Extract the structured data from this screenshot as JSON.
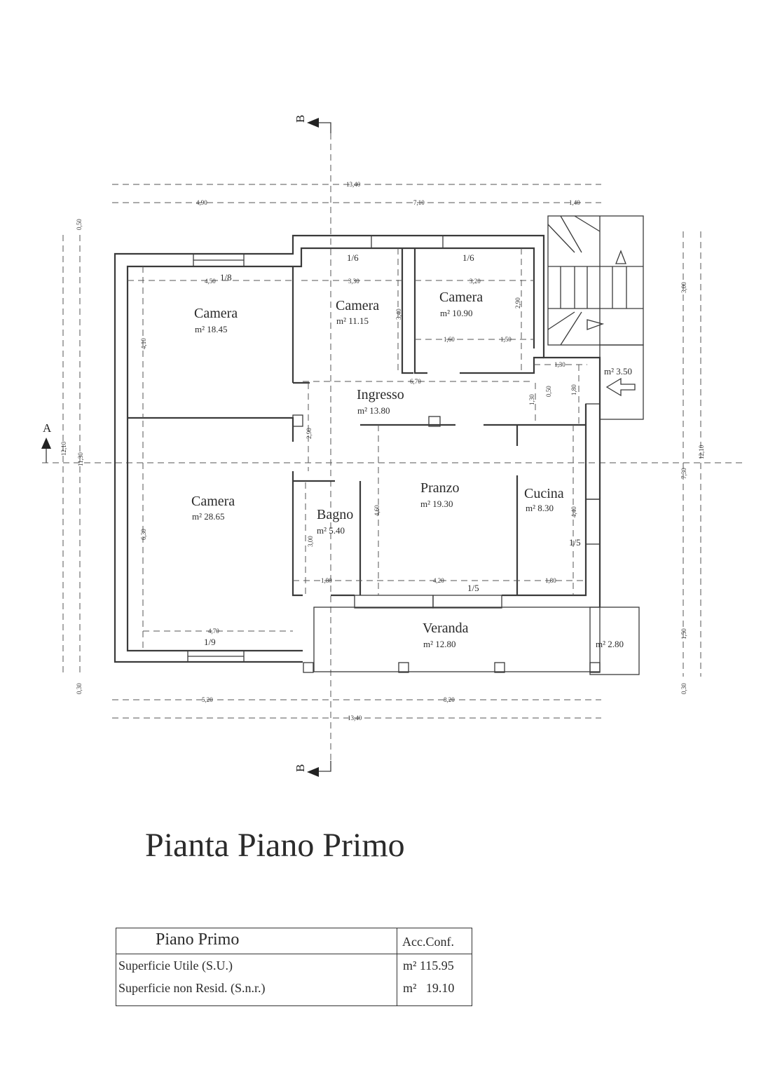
{
  "rooms": {
    "camera_nw": {
      "label": "Camera",
      "area": "m² 18.45"
    },
    "camera_nc": {
      "label": "Camera",
      "area": "m² 11.15"
    },
    "camera_ne": {
      "label": "Camera",
      "area": "m² 10.90"
    },
    "ingresso": {
      "label": "Ingresso",
      "area": "m² 13.80"
    },
    "camera_sw": {
      "label": "Camera",
      "area": "m² 28.65"
    },
    "bagno": {
      "label": "Bagno",
      "area": "m² 5.40"
    },
    "pranzo": {
      "label": "Pranzo",
      "area": "m² 19.30"
    },
    "cucina": {
      "label": "Cucina",
      "area": "m² 8.30"
    },
    "veranda": {
      "label": "Veranda",
      "area": "m² 12.80"
    },
    "veranda_side": {
      "area": "m² 2.80"
    },
    "stair_landing": {
      "area": "m² 3.50"
    }
  },
  "ratios": [
    "1/8",
    "1/6",
    "1/6",
    "1/9",
    "1/5",
    "1/5"
  ],
  "section_markers": {
    "b_top": "B",
    "b_bottom": "B",
    "a_left": "A"
  },
  "dimensions": {
    "top_total": "13,40",
    "top_left": "4,90",
    "top_mid": "7,10",
    "top_right": "1,40",
    "bottom_left": "5,20",
    "bottom_right": "8,20",
    "bottom_total": "13,40",
    "left_total": "12,10",
    "left_inner": "11,30",
    "left_top": "0,50",
    "left_bottom": "0,30",
    "right_top": "3,00",
    "right_mid": "7,30",
    "right_low": "1,50",
    "right_bottom": "0,30",
    "right_total": "12,10",
    "camera_nw_w": "4,50",
    "camera_nw_h": "4,10",
    "camera_nc_w": "3,30",
    "camera_nc_h": "3,40",
    "camera_ne_w": "3,20",
    "camera_ne_h": "2,90",
    "camera_ne_sub1": "1,60",
    "camera_ne_sub2": "1,50",
    "landing_w": "1,30",
    "landing_h": "0,50",
    "ingresso_w": "6,70",
    "ingresso_h": "2,90",
    "ingresso_h2": "1,30",
    "ingresso_h3": "1,80",
    "camera_sw_h": "6,30",
    "camera_sw_w": "4,70",
    "bagno_h": "3,00",
    "bagno_w": "1,80",
    "pranzo_h": "4,60",
    "pranzo_w": "4,20",
    "cucina_h": "4,40",
    "cucina_w": "1,80"
  },
  "title": "Pianta Piano Primo",
  "table": {
    "header": "Piano Primo",
    "col_header": "Acc.Conf.",
    "rows": [
      {
        "label": "Superficie Utile    (S.U.)",
        "value": "m² 115.95"
      },
      {
        "label": "Superficie non Resid. (S.n.r.)",
        "value": "m²   19.10"
      }
    ]
  }
}
